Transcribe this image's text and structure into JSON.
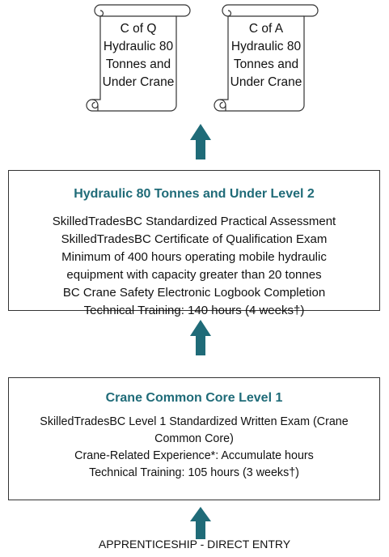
{
  "certificates": [
    {
      "lines": [
        "C of Q",
        "Hydraulic 80",
        "Tonnes and",
        "Under Crane"
      ]
    },
    {
      "lines": [
        "C of A",
        "Hydraulic 80",
        "Tonnes and",
        "Under Crane"
      ]
    }
  ],
  "level2": {
    "title": "Hydraulic 80 Tonnes and Under Level 2",
    "lines": [
      "SkilledTradesBC Standardized Practical Assessment",
      "SkilledTradesBC Certificate of Qualification Exam",
      "Minimum of 400 hours operating mobile hydraulic",
      "equipment with capacity greater than 20 tonnes",
      "BC Crane Safety Electronic Logbook Completion",
      "Technical Training: 140 hours (4 weeks†)"
    ]
  },
  "level1": {
    "title": "Crane Common Core Level 1",
    "lines": [
      "SkilledTradesBC Level 1 Standardized Written Exam (Crane",
      "Common Core)",
      "Crane-Related Experience*:  Accumulate hours",
      "Technical Training: 105 hours (3 weeks†)"
    ]
  },
  "entry_label": "APPRENTICESHIP - DIRECT ENTRY",
  "colors": {
    "arrow": "#1f6b78",
    "title": "#1f6b78",
    "border": "#333333"
  }
}
